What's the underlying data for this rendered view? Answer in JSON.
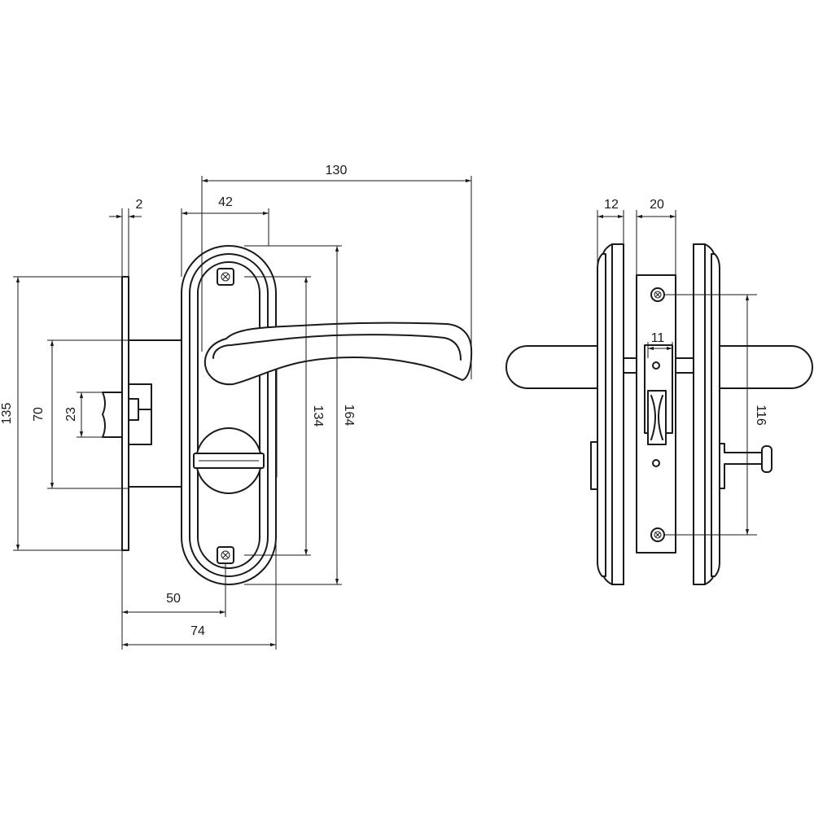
{
  "dimensions": {
    "d130": "130",
    "d42": "42",
    "d2": "2",
    "d135": "135",
    "d70": "70",
    "d23": "23",
    "d134": "134",
    "d164": "164",
    "d50": "50",
    "d74": "74",
    "d12": "12",
    "d20": "20",
    "d11": "11",
    "d116": "116"
  }
}
